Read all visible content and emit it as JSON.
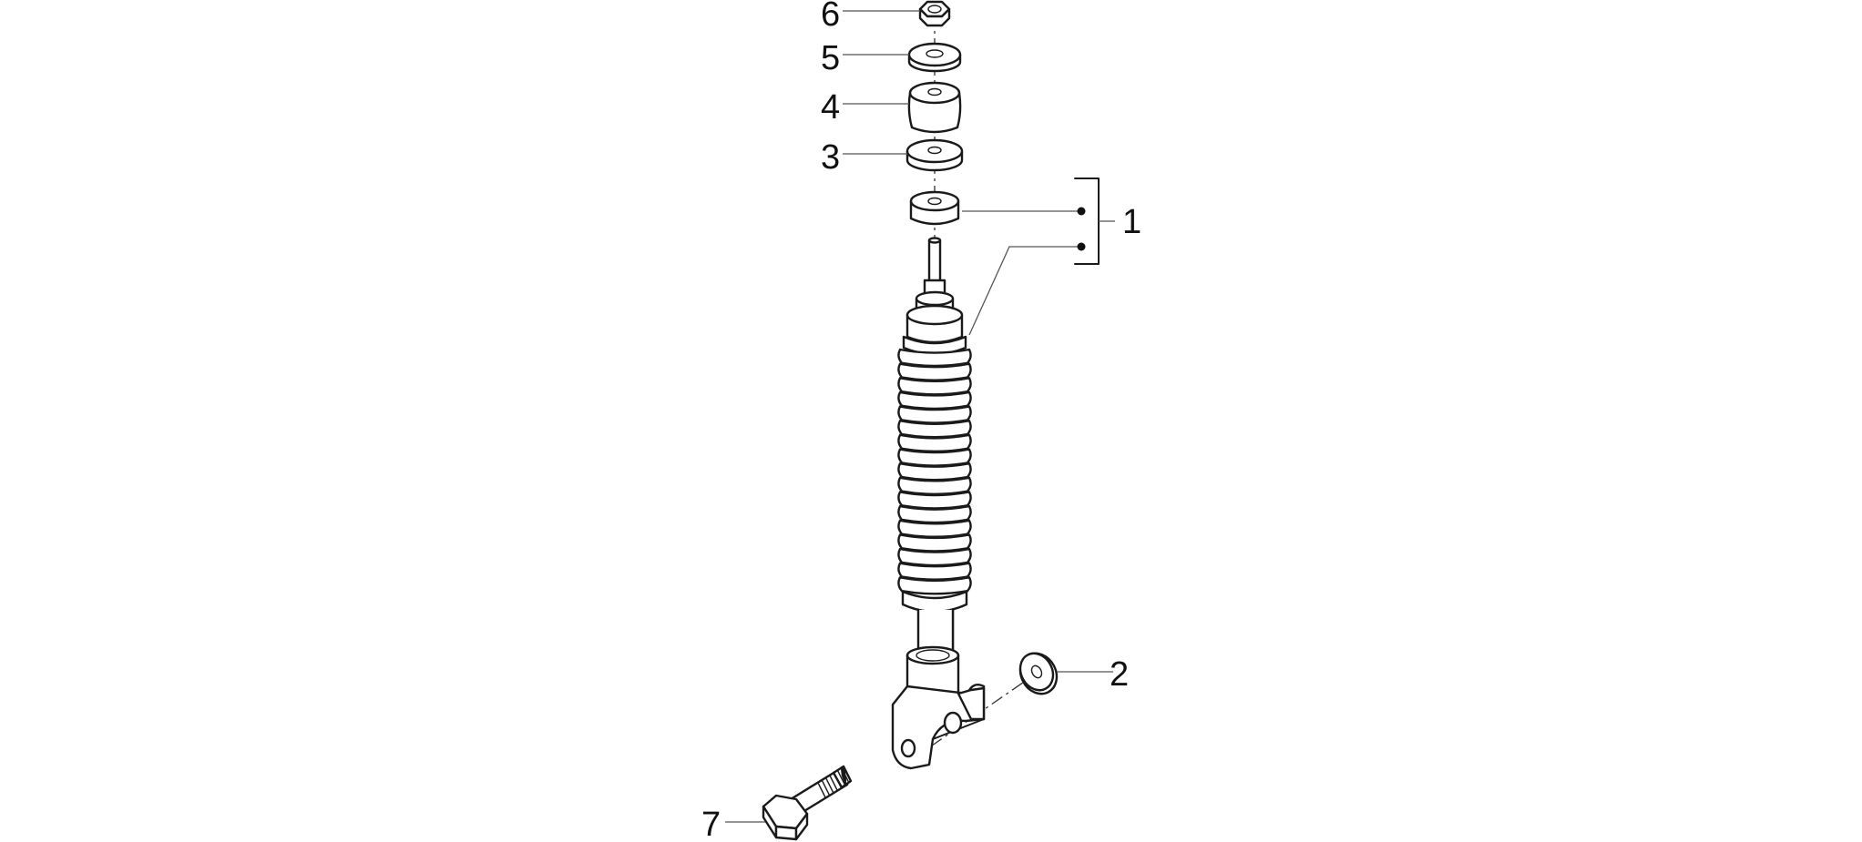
{
  "diagram": {
    "callouts": [
      {
        "id": "c6",
        "label": "6"
      },
      {
        "id": "c5",
        "label": "5"
      },
      {
        "id": "c4",
        "label": "4"
      },
      {
        "id": "c3",
        "label": "3"
      },
      {
        "id": "c1",
        "label": "1"
      },
      {
        "id": "c2",
        "label": "2"
      },
      {
        "id": "c7",
        "label": "7"
      }
    ]
  }
}
